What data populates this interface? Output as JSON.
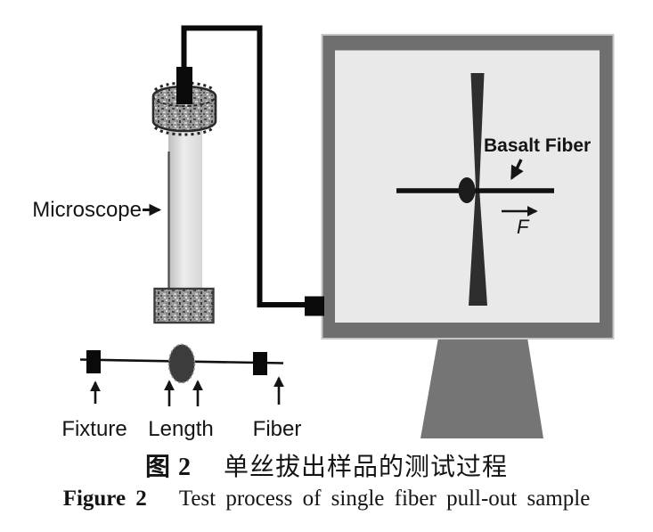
{
  "figure": {
    "labels": {
      "microscope": "Microscope",
      "fixture": "Fixture",
      "length": "Length",
      "fiber": "Fiber",
      "basalt_fiber": "Basalt Fiber",
      "force": "F"
    },
    "caption": {
      "zh_prefix": "图 2",
      "zh_text": "单丝拔出样品的测试过程",
      "en_prefix": "Figure 2",
      "en_text": "Test process of single fiber pull-out sample"
    },
    "colors": {
      "ink": "#141414",
      "monitor_frame": "#6f6f6f",
      "monitor_screen": "#e9e9e9",
      "monitor_stand": "#757575",
      "monitor_edge": "#c6c6c6",
      "blade": "#2e2e2e",
      "droplet": "#3c3c3c",
      "tube_dark": "#c0c0c0",
      "tube_light": "#efefef"
    }
  }
}
